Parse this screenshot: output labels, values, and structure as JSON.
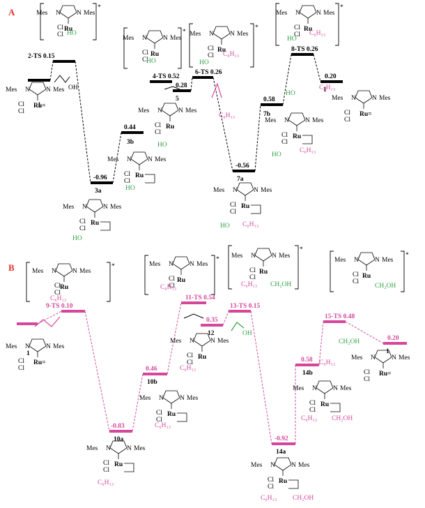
{
  "panels": {
    "A": {
      "label": "A",
      "level_color": "#000000",
      "connector_color": "#000000",
      "levels": [
        {
          "id": "1",
          "energy": "",
          "name": "1"
        },
        {
          "id": "2ts",
          "energy": "0.15",
          "name": "2-TS"
        },
        {
          "id": "3a",
          "energy": "-0.96",
          "name": "3a"
        },
        {
          "id": "3b",
          "energy": "0.44",
          "name": "3b"
        },
        {
          "id": "4ts",
          "energy": "0.52",
          "name": "4-TS"
        },
        {
          "id": "5",
          "energy": "0.28",
          "name": "5"
        },
        {
          "id": "6ts",
          "energy": "0.26",
          "name": "6-TS"
        },
        {
          "id": "7a",
          "energy": "-0.56",
          "name": "7a"
        },
        {
          "id": "7b",
          "energy": "0.58",
          "name": "7b"
        },
        {
          "id": "8ts",
          "energy": "0.26",
          "name": "8-TS"
        },
        {
          "id": "1end",
          "energy": "0.20",
          "name": "1"
        }
      ],
      "fragments": {
        "ho": "HO",
        "oh": "OH",
        "c6h13": "C₆H₁₃"
      }
    },
    "B": {
      "label": "B",
      "level_color": "#d4479b",
      "connector_color": "#d4479b",
      "levels": [
        {
          "id": "1",
          "energy": "",
          "name": "1"
        },
        {
          "id": "9ts",
          "energy": "0.10",
          "name": "9-TS"
        },
        {
          "id": "10a",
          "energy": "-0.83",
          "name": "10a"
        },
        {
          "id": "10b",
          "energy": "0.46",
          "name": "10b"
        },
        {
          "id": "11ts",
          "energy": "0.54",
          "name": "11-TS"
        },
        {
          "id": "12",
          "energy": "0.35",
          "name": "12"
        },
        {
          "id": "13ts",
          "energy": "0.15",
          "name": "13-TS"
        },
        {
          "id": "14a",
          "energy": "-0.92",
          "name": "14a"
        },
        {
          "id": "14b",
          "energy": "0.58",
          "name": "14b"
        },
        {
          "id": "15ts",
          "energy": "0.48",
          "name": "15-TS"
        },
        {
          "id": "1end",
          "energy": "0.20",
          "name": "1"
        }
      ],
      "fragments": {
        "c6h13": "C₆H₁₃",
        "ch2oh": "CH₂OH",
        "oh": "OH"
      }
    }
  },
  "structure_text": {
    "mes": "Mes",
    "n": "N",
    "cl": "Cl",
    "ru": "Ru",
    "ru_eq": "Ru=",
    "star": "*"
  },
  "colors": {
    "black": "#000000",
    "green": "#2ea043",
    "magenta": "#d4479b",
    "red": "#e0302a"
  }
}
